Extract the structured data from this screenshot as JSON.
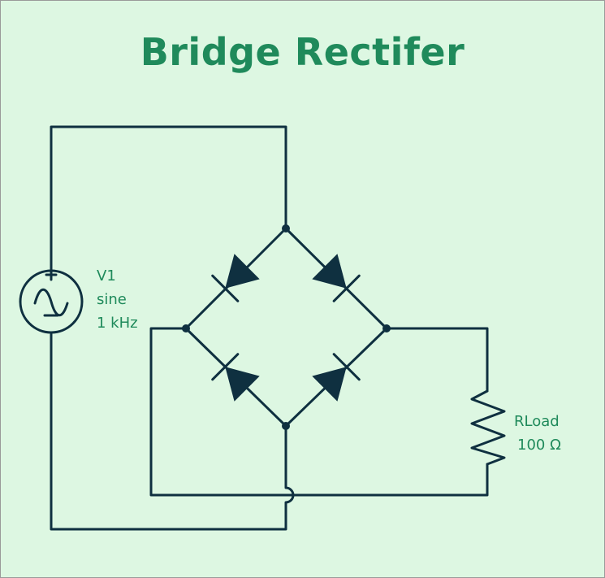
{
  "title": "Bridge Rectifer",
  "source": {
    "name": "V1",
    "type": "sine",
    "frequency": "1 kHz"
  },
  "load": {
    "name": "RLoad",
    "value": "100 Ω"
  },
  "colors": {
    "background": "#ddf7e2",
    "title": "#1f8a5b",
    "wire": "#0f3040",
    "label": "#1f8a5b"
  }
}
